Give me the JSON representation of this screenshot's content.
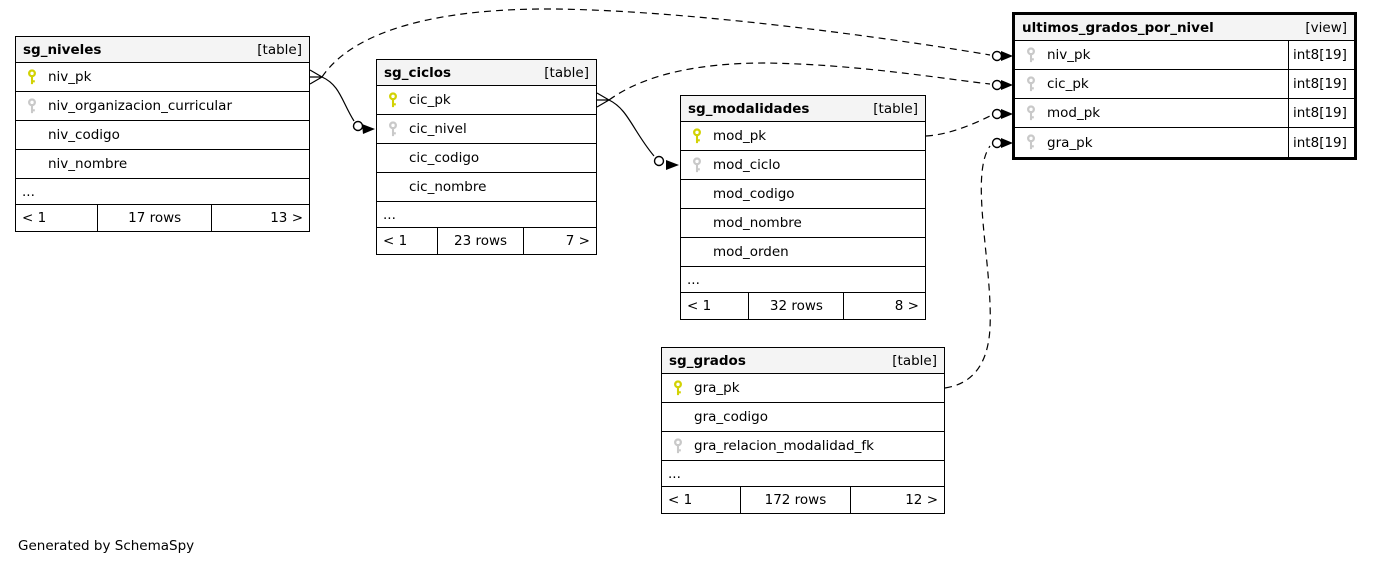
{
  "caption": "Generated by SchemaSpy",
  "colors": {
    "primary_key_icon": "#d2d204",
    "foreign_key_icon": "#c9c9c9",
    "header_background": "#f4f4f4",
    "border": "#000000",
    "background": "#ffffff"
  },
  "tables": [
    {
      "name": "sg_niveles",
      "kind": "[table]",
      "columns": [
        {
          "name": "niv_pk",
          "key": "pk"
        },
        {
          "name": "niv_organizacion_curricular",
          "key": "fk"
        },
        {
          "name": "niv_codigo",
          "key": ""
        },
        {
          "name": "niv_nombre",
          "key": ""
        }
      ],
      "ellipsis": "...",
      "footer": {
        "left": "< 1",
        "center": "17 rows",
        "right": "13 >"
      }
    },
    {
      "name": "sg_ciclos",
      "kind": "[table]",
      "columns": [
        {
          "name": "cic_pk",
          "key": "pk"
        },
        {
          "name": "cic_nivel",
          "key": "fk"
        },
        {
          "name": "cic_codigo",
          "key": ""
        },
        {
          "name": "cic_nombre",
          "key": ""
        }
      ],
      "ellipsis": "...",
      "footer": {
        "left": "< 1",
        "center": "23 rows",
        "right": "7 >"
      }
    },
    {
      "name": "sg_modalidades",
      "kind": "[table]",
      "columns": [
        {
          "name": "mod_pk",
          "key": "pk"
        },
        {
          "name": "mod_ciclo",
          "key": "fk"
        },
        {
          "name": "mod_codigo",
          "key": ""
        },
        {
          "name": "mod_nombre",
          "key": ""
        },
        {
          "name": "mod_orden",
          "key": ""
        }
      ],
      "ellipsis": "...",
      "footer": {
        "left": "< 1",
        "center": "32 rows",
        "right": "8 >"
      }
    },
    {
      "name": "sg_grados",
      "kind": "[table]",
      "columns": [
        {
          "name": "gra_pk",
          "key": "pk"
        },
        {
          "name": "gra_codigo",
          "key": ""
        },
        {
          "name": "gra_relacion_modalidad_fk",
          "key": "fk"
        }
      ],
      "ellipsis": "...",
      "footer": {
        "left": "< 1",
        "center": "172 rows",
        "right": "12 >"
      }
    },
    {
      "name": "ultimos_grados_por_nivel",
      "kind": "[view]",
      "columns": [
        {
          "name": "niv_pk",
          "key": "fk",
          "type": "int8[19]"
        },
        {
          "name": "cic_pk",
          "key": "fk",
          "type": "int8[19]"
        },
        {
          "name": "mod_pk",
          "key": "fk",
          "type": "int8[19]"
        },
        {
          "name": "gra_pk",
          "key": "fk",
          "type": "int8[19]"
        }
      ]
    }
  ],
  "relationships": [
    {
      "from": "sg_niveles.niv_pk",
      "to": "sg_ciclos.cic_nivel",
      "style": "solid"
    },
    {
      "from": "sg_ciclos.cic_pk",
      "to": "sg_modalidades.mod_ciclo",
      "style": "solid"
    },
    {
      "from": "sg_niveles.niv_pk",
      "to": "ultimos_grados_por_nivel.niv_pk",
      "style": "dashed"
    },
    {
      "from": "sg_ciclos.cic_pk",
      "to": "ultimos_grados_por_nivel.cic_pk",
      "style": "dashed"
    },
    {
      "from": "sg_modalidades.mod_pk",
      "to": "ultimos_grados_por_nivel.mod_pk",
      "style": "dashed"
    },
    {
      "from": "sg_grados.gra_pk",
      "to": "ultimos_grados_por_nivel.gra_pk",
      "style": "dashed"
    }
  ]
}
